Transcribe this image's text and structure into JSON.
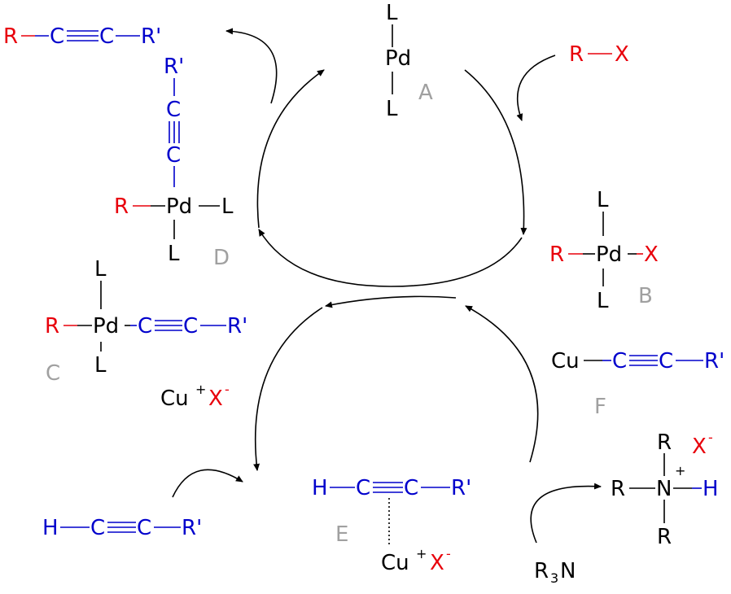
{
  "atoms": {
    "R": "R",
    "Rp": "R'",
    "C": "C",
    "Pd": "Pd",
    "L": "L",
    "X": "X",
    "H": "H",
    "N": "N",
    "Cu": "Cu",
    "plus": "+",
    "minus": "-",
    "R3N_R": "R",
    "R3N_3": "3",
    "R3N_N": "N"
  },
  "labels": {
    "A": "A",
    "B": "B",
    "C": "C",
    "D": "D",
    "E": "E",
    "F": "F"
  },
  "colors": {
    "black": "#000000",
    "red": "#e8000b",
    "blue": "#0000cc",
    "gray": "#a0a0a0"
  }
}
